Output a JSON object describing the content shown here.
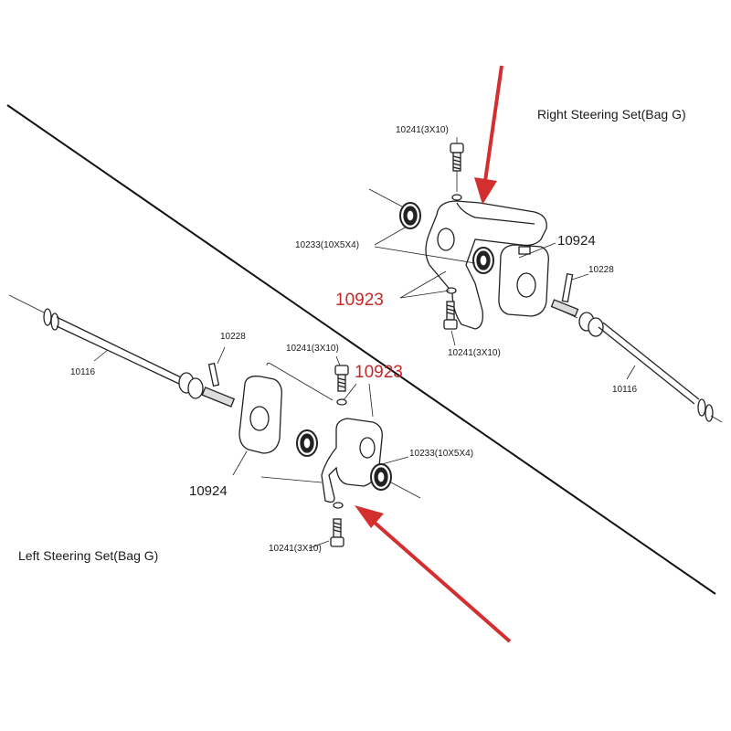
{
  "titles": {
    "right": "Right Steering Set(Bag G)",
    "left": "Left Steering Set(Bag G)"
  },
  "right_set": {
    "screw_top": "10241(3X10)",
    "bearing": "10233(10X5X4)",
    "part_red": "10923",
    "screw_bottom": "10241(3X10)",
    "knuckle": "10924",
    "pin": "10228",
    "axle": "10116"
  },
  "left_set": {
    "pin": "10228",
    "axle": "10116",
    "screw_top": "10241(3X10)",
    "part_red": "10923",
    "bearing": "10233(10X5X4)",
    "knuckle": "10924",
    "screw_bottom": "10241(3X10)"
  },
  "colors": {
    "arrow": "#d32f2f",
    "highlight_text": "#c62828",
    "line": "#1a1a1a"
  }
}
